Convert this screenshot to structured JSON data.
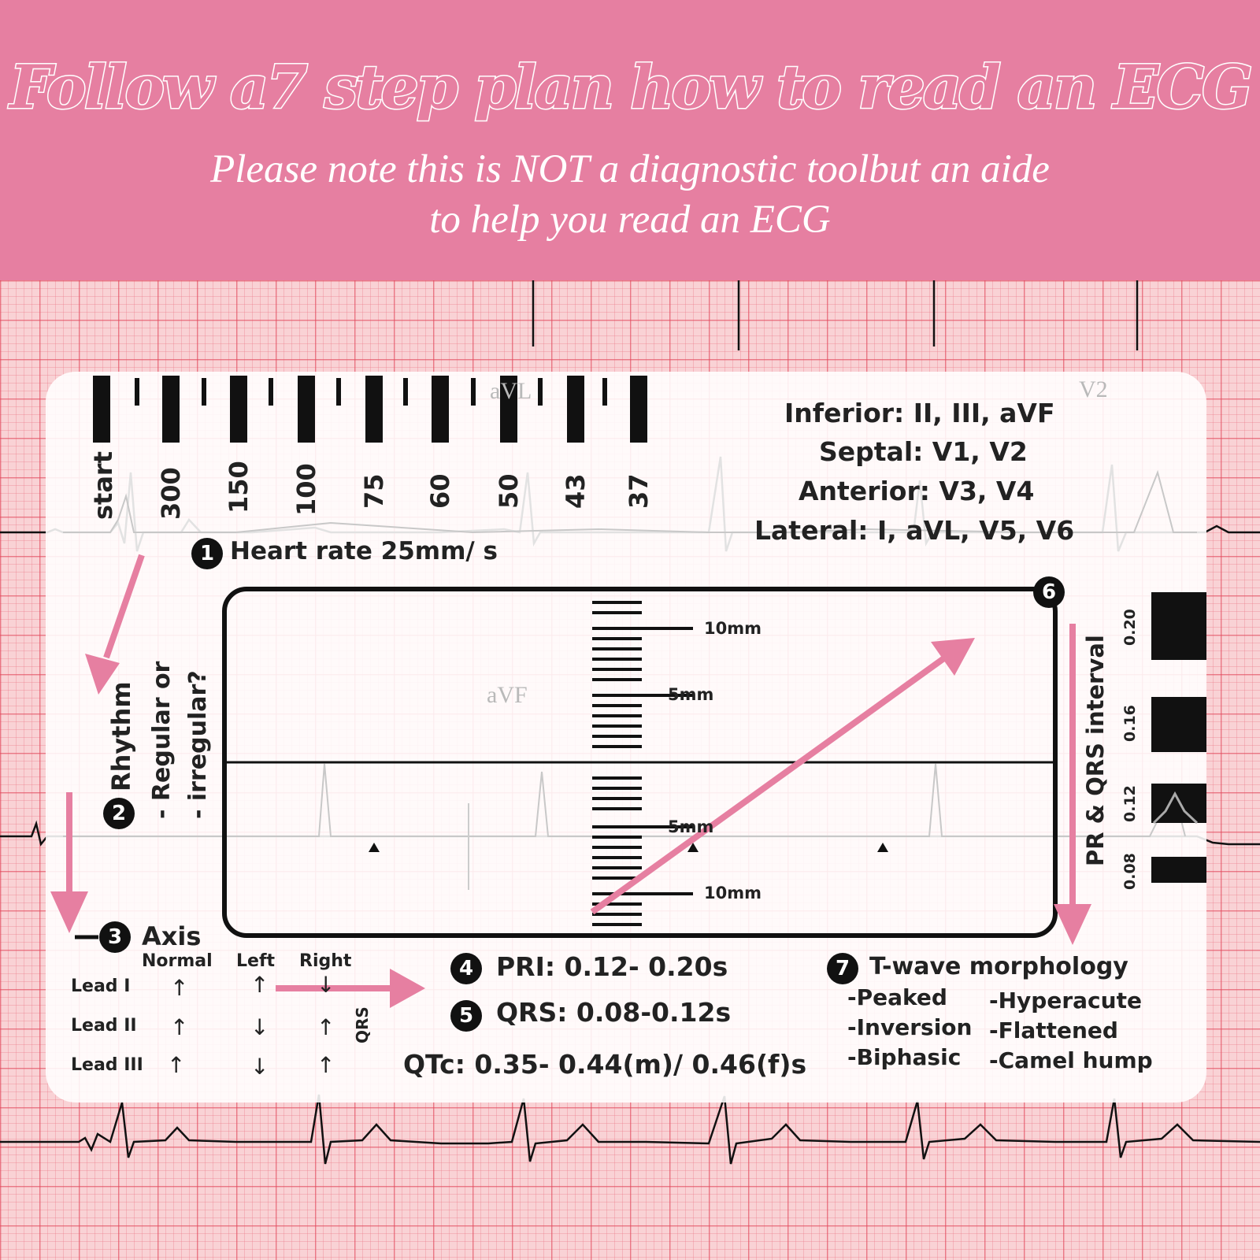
{
  "banner": {
    "title": "Follow a7 step plan how to read an ECG",
    "subtitle_line1": "Please note this is NOT a diagnostic toolbut an aide",
    "subtitle_line2": "to help you read an ECG",
    "color": "#e67fa1"
  },
  "ruler": {
    "start_label": "start",
    "rates": [
      "300",
      "150",
      "100",
      "75",
      "60",
      "50",
      "43",
      "37"
    ]
  },
  "leads": {
    "inferior": "Inferior: II, III, aVF",
    "septal": "Septal: V1, V2",
    "anterior": "Anterior: V3, V4",
    "lateral": "Lateral: I, aVL, V5, V6"
  },
  "step1": {
    "number": "1",
    "label": "Heart rate 25mm/ s"
  },
  "step2": {
    "number": "2",
    "title": "Rhythm",
    "line1": "- Regular or",
    "line2": "- irregular?"
  },
  "step3": {
    "number": "3",
    "title": "Axis",
    "columns": [
      "Normal",
      "Left",
      "Right"
    ],
    "rows": [
      {
        "lead": "Lead I",
        "normal": "↑",
        "left": "↑",
        "right": "↓"
      },
      {
        "lead": "Lead II",
        "normal": "↑",
        "left": "↓",
        "right": "↑"
      },
      {
        "lead": "Lead III",
        "normal": "↑",
        "left": "↓",
        "right": "↑"
      }
    ]
  },
  "step4": {
    "number": "4",
    "label": "PRI: 0.12- 0.20s"
  },
  "step5": {
    "number": "5",
    "label": "QRS: 0.08-0.12s"
  },
  "qtc": "QTc: 0.35- 0.44(m)/ 0.46(f)s",
  "step6": {
    "number": "6"
  },
  "scale": {
    "top": "10mm",
    "upper": "5mm",
    "lower": "5mm",
    "bottom": "10mm"
  },
  "interval": {
    "title": "PR & QRS interval",
    "marks": [
      "0.20",
      "0.16",
      "0.12",
      "0.08"
    ],
    "qrs_tag": "QRS"
  },
  "step7": {
    "number": "7",
    "title": "T-wave morphology",
    "items": [
      "-Peaked",
      "-Hyperacute",
      "-Inversion",
      "-Flattened",
      "-Biphasic",
      "-Camel hump"
    ]
  },
  "ghost_leads": {
    "avl": "aVL",
    "v2": "V2",
    "avf": "aVF"
  },
  "colors": {
    "arrow": "#e67fa1",
    "grid": "#e6465a",
    "ink": "#111111"
  }
}
